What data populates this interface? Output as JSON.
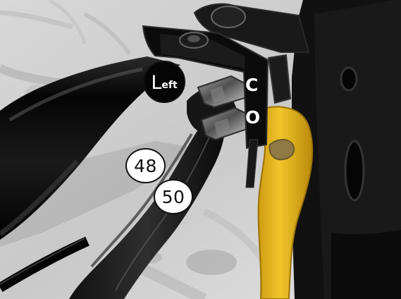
{
  "photo": {
    "subject": "hydraulic-cylinder-with-hoses",
    "colors": {
      "cylinder": "#050505",
      "hose": "#1a1a1a",
      "floor": "#cfcfcf",
      "yellow_arm": "#e4b31c",
      "bracket": "#0f0f0f",
      "frame": "#141414"
    }
  },
  "labels": {
    "left_big": "L",
    "left_small": "eft",
    "hose_upper": "48",
    "hose_lower": "50",
    "port_c": "C",
    "port_o": "O"
  }
}
